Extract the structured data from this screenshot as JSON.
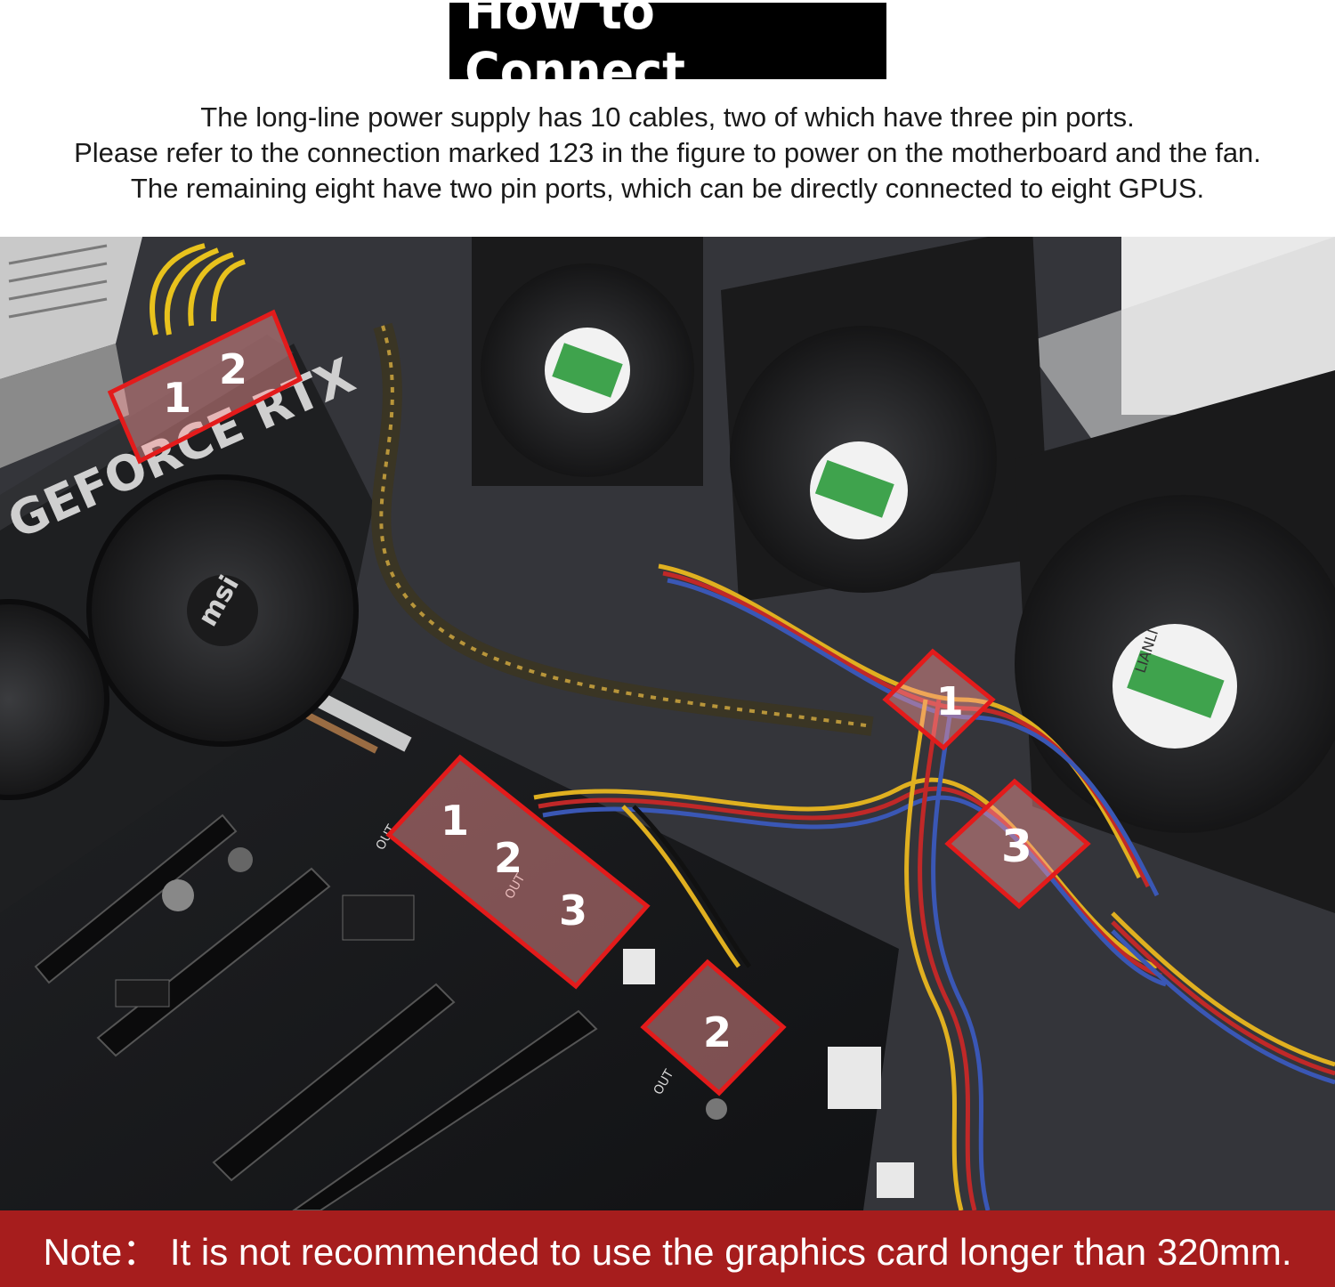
{
  "header": {
    "title": "How to Connect"
  },
  "description": {
    "lines": [
      "The long-line power supply has 10 cables, two of which have three pin ports.",
      "Please refer to the connection marked 123 in the figure to power on the motherboard and the fan.",
      "The remaining eight have two pin ports, which can be directly connected to eight GPUS."
    ]
  },
  "photo": {
    "gpu_brand_text": "GEFORCE RTX",
    "gpu_logo_text": "msi",
    "fan_label_text": "LIANLI",
    "callouts": {
      "gpu_1": "1",
      "gpu_2": "2",
      "board_1": "1",
      "board_2": "2",
      "board_3": "3",
      "right_1": "1",
      "bottom_2": "2",
      "right_3": "3"
    },
    "accent_color": "#e31b1b",
    "overlay_fill": "#ff9a9a"
  },
  "footer": {
    "note": "Note： It is not recommended to use the graphics card longer than 320mm."
  }
}
